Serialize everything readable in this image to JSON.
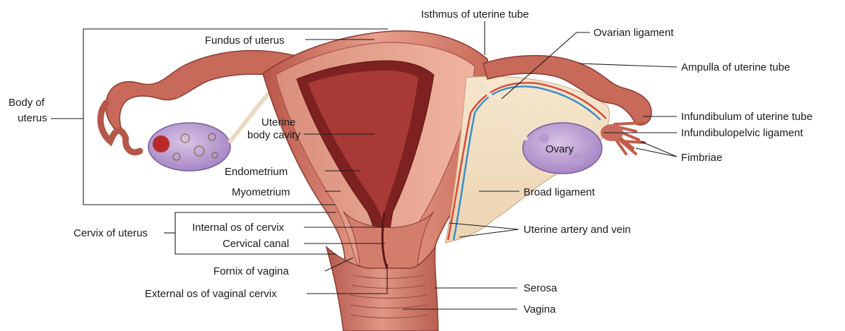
{
  "labels": {
    "fundus": "Fundus of uterus",
    "isthmus_tube": "Isthmus of uterine tube",
    "ovarian_ligament": "Ovarian ligament",
    "ampulla": "Ampulla of uterine tube",
    "body_of_uterus_1": "Body of",
    "body_of_uterus_2": "uterus",
    "uterine_cavity_1": "Uterine",
    "uterine_cavity_2": "body cavity",
    "infundibulum": "Infundibulum of uterine tube",
    "infundibulopelvic": "Infundibulopelvic ligament",
    "ovary": "Ovary",
    "fimbriae": "Fimbriae",
    "endometrium": "Endometrium",
    "myometrium": "Myometrium",
    "broad_ligament": "Broad ligament",
    "cervix_of_uterus": "Cervix of uterus",
    "internal_os": "Internal os of cervix",
    "uterine_artery_vein": "Uterine artery and vein",
    "cervical_canal": "Cervical canal",
    "fornix": "Fornix of vagina",
    "serosa": "Serosa",
    "external_os": "External os of vaginal cervix",
    "vagina": "Vagina"
  }
}
